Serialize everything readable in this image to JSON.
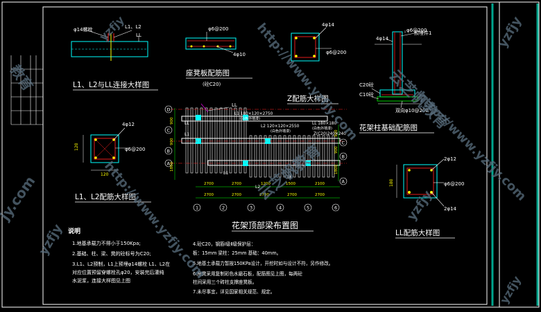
{
  "colors": {
    "background": "#000000",
    "frame": "#ffffff",
    "teal_border": "#00a58e",
    "cyan": "#00ffff",
    "yellow": "#ffff00",
    "red": "#ff2020",
    "green": "#00ff00",
    "magenta": "#ff00ff",
    "watermark": "#5a6f7f"
  },
  "drawings": {
    "l1_l2_ll": {
      "title": "L1、L2与LL连接大样图",
      "labels": {
        "bolt": "φ14螺栓",
        "beams": "L1、L2",
        "beam_ll": "LL"
      }
    },
    "seat_slab": {
      "title": "座凳板配筋图",
      "subtitle": "(砼C20)",
      "labels": {
        "top": "φ6@200",
        "bottom": "4φ10"
      }
    },
    "z_rebar": {
      "title": "Z配筋大样图",
      "labels": {
        "corner": "4φ14",
        "stirrup": "φ6@200"
      }
    },
    "pergola_base": {
      "title": "花架柱基础配筋图",
      "labels": {
        "top": "φ6@200",
        "embed": "预埋件1",
        "corner": "4φ14",
        "c20": "C20砼",
        "c10": "C10砼",
        "mesh": "双向φ10@200"
      }
    },
    "l1_l2_section": {
      "title": "L1、L2配筋大样图",
      "labels": {
        "top": "4φ12",
        "stirrup": "φ6@200",
        "dim": "120"
      }
    },
    "roof_plan": {
      "title": "花架顶部梁布置图",
      "labels": {
        "ll_top": "LL",
        "l1": "L1 180×120×2750",
        "l1_note": "(白色外墙漆)",
        "l2": "L2 120×120×2550",
        "l2_note": "(白色外墙漆)",
        "ll": "LL 180×180",
        "ll_note": "(白色外墙漆)",
        "z": "Z(C20)240×240",
        "left_ll": "LL",
        "left_l": "L1",
        "bottom_l": "L2",
        "bottom_l1": "L1",
        "bottom_ll": "LL"
      },
      "axes_rows": [
        "A",
        "B",
        "C",
        "D"
      ],
      "axes_cols": [
        "1",
        "2",
        "3",
        "4",
        "5",
        "6"
      ],
      "dims_left": [
        "900",
        "900",
        "1800"
      ],
      "dims_right": [
        "900",
        "900",
        "1800"
      ],
      "dims_bottom_top": [
        "2700",
        "2700",
        "1200",
        "1500",
        "2100"
      ],
      "dims_bottom": [
        "2700",
        "2700",
        "2700",
        "2700",
        "2700"
      ]
    },
    "ll_section": {
      "title": "LL配筋大样图",
      "labels": {
        "top": "2φ12",
        "stirrup": "φ6@200",
        "bottom": "2φ14",
        "dim": "180"
      }
    }
  },
  "notes": {
    "heading": "说明",
    "left": [
      "1.地基承载力不得小于150Kpa;",
      "2.基础、柱、梁、凳的砼标号为C20;",
      "3.L1、L2预制，L1上预埋φ14螺栓 L1、L2在",
      "  对应位置预留穿螺栓孔φ20，安装完后灌纯",
      "  水泥浆，连接大样图见上图"
    ],
    "right": [
      "4.砼C20，钢筋Ⅰ级Ⅱ级保护层：",
      "  板：15mm  梁柱：25mm  基础：40mm。",
      "5.地基土承载力暂按150KPa设计，开挖时如与设计不符，另作修改。",
      "6.座凳采用复制彩色水磨石板，配筋图见上图，每两砼",
      "  柱间采用三个砖柱支撑座凳板。",
      "7.未尽事宜，详见国家相关规范、规定。"
    ]
  },
  "watermarks": [
    "yzfjy",
    "云芝帆教育",
    "http://www.yzfjy.com",
    "教育",
    "jy.com"
  ]
}
